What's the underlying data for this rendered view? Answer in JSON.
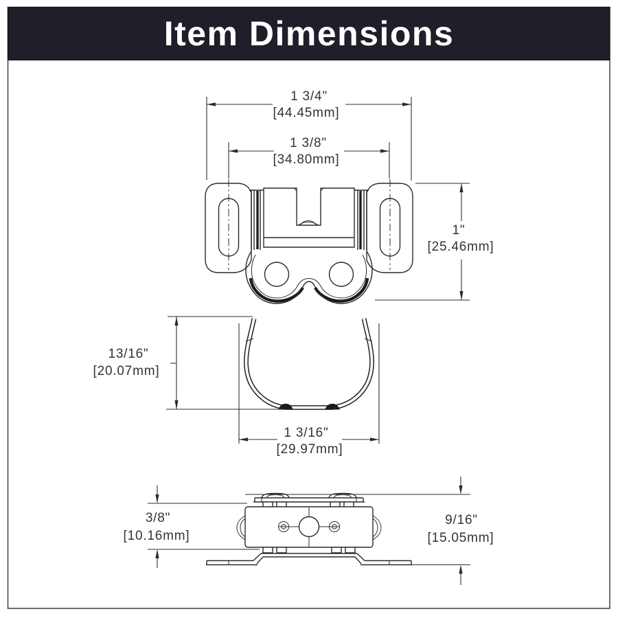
{
  "header": {
    "title": "Item Dimensions"
  },
  "colors": {
    "header_bg": "#1e1f29",
    "line": "#2a2a2a",
    "dim_text": "#333333",
    "title_text": "#ffffff"
  },
  "views": {
    "front": {
      "outer_width": {
        "value": "1 3/4\"",
        "metric": "[44.45mm]"
      },
      "slot_spacing": {
        "value": "1 3/8\"",
        "metric": "[34.80mm]"
      },
      "height": {
        "value": "1\"",
        "metric": "[25.46mm]"
      }
    },
    "side": {
      "height": {
        "value": "13/16\"",
        "metric": "[20.07mm]"
      },
      "width": {
        "value": "1 3/16\"",
        "metric": "[29.97mm]"
      }
    },
    "top": {
      "body_depth": {
        "value": "3/8\"",
        "metric": "[10.16mm]"
      },
      "overall_depth": {
        "value": "9/16\"",
        "metric": "[15.05mm]"
      }
    }
  }
}
